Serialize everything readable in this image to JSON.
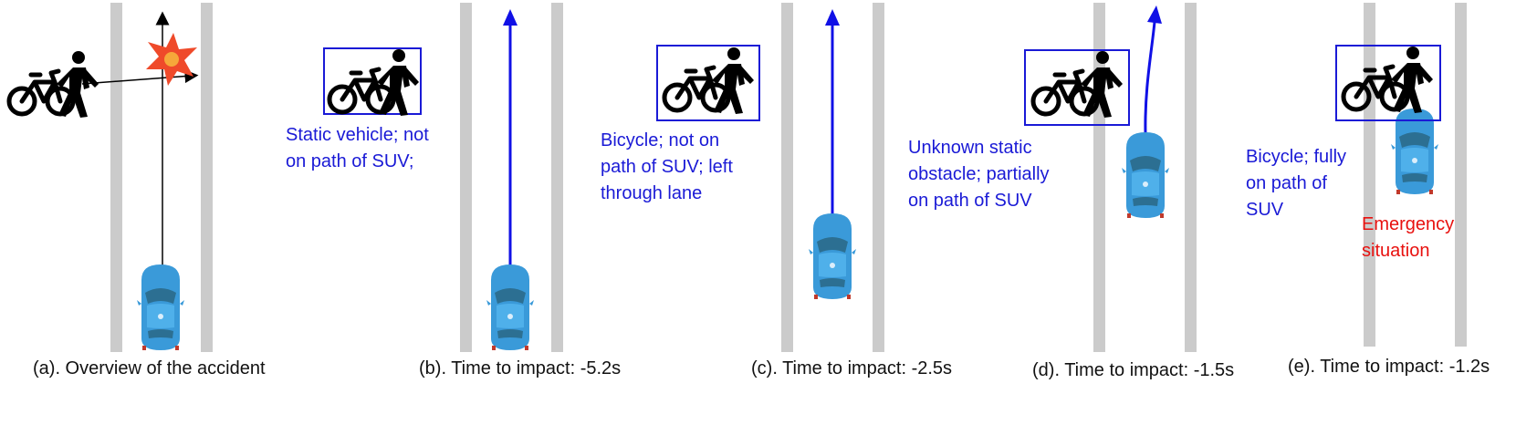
{
  "colors": {
    "road": "#cbcbcb",
    "path": "#1010e6",
    "box": "#1a1ad6",
    "annotation": "#1a1ad6",
    "emergency": "#e8110f",
    "car": "#3a9ad9",
    "car_dark": "#2c6f92",
    "explosion": "#ef4a2a",
    "explosion_core": "#f6a83a",
    "caption": "#111111"
  },
  "panels": [
    {
      "id": "a",
      "caption": "(a). Overview of the accident",
      "annotation": [],
      "icons": [
        "bicycle-icon",
        "pedestrian-icon",
        "car-icon",
        "explosion-icon"
      ]
    },
    {
      "id": "b",
      "caption": "(b). Time to impact: -5.2s",
      "annotation": [
        "Static vehicle; not",
        "on path of SUV;"
      ],
      "icons": [
        "bicycle-icon",
        "pedestrian-icon",
        "car-icon"
      ]
    },
    {
      "id": "c",
      "caption": "(c). Time to impact: -2.5s",
      "annotation": [
        "Bicycle; not on",
        "path of SUV; left",
        "through lane"
      ],
      "icons": [
        "bicycle-icon",
        "pedestrian-icon",
        "car-icon"
      ]
    },
    {
      "id": "d",
      "caption": "(d). Time to impact: -1.5s",
      "annotation": [
        "Unknown static",
        "obstacle; partially",
        "on path of SUV"
      ],
      "icons": [
        "bicycle-icon",
        "pedestrian-icon",
        "car-icon"
      ]
    },
    {
      "id": "e",
      "caption": "(e). Time to impact: -1.2s",
      "annotation": [
        "Bicycle; fully",
        "on path of",
        "SUV"
      ],
      "emergency": [
        "Emergency",
        "situation"
      ],
      "icons": [
        "bicycle-icon",
        "pedestrian-icon",
        "car-icon"
      ]
    }
  ]
}
